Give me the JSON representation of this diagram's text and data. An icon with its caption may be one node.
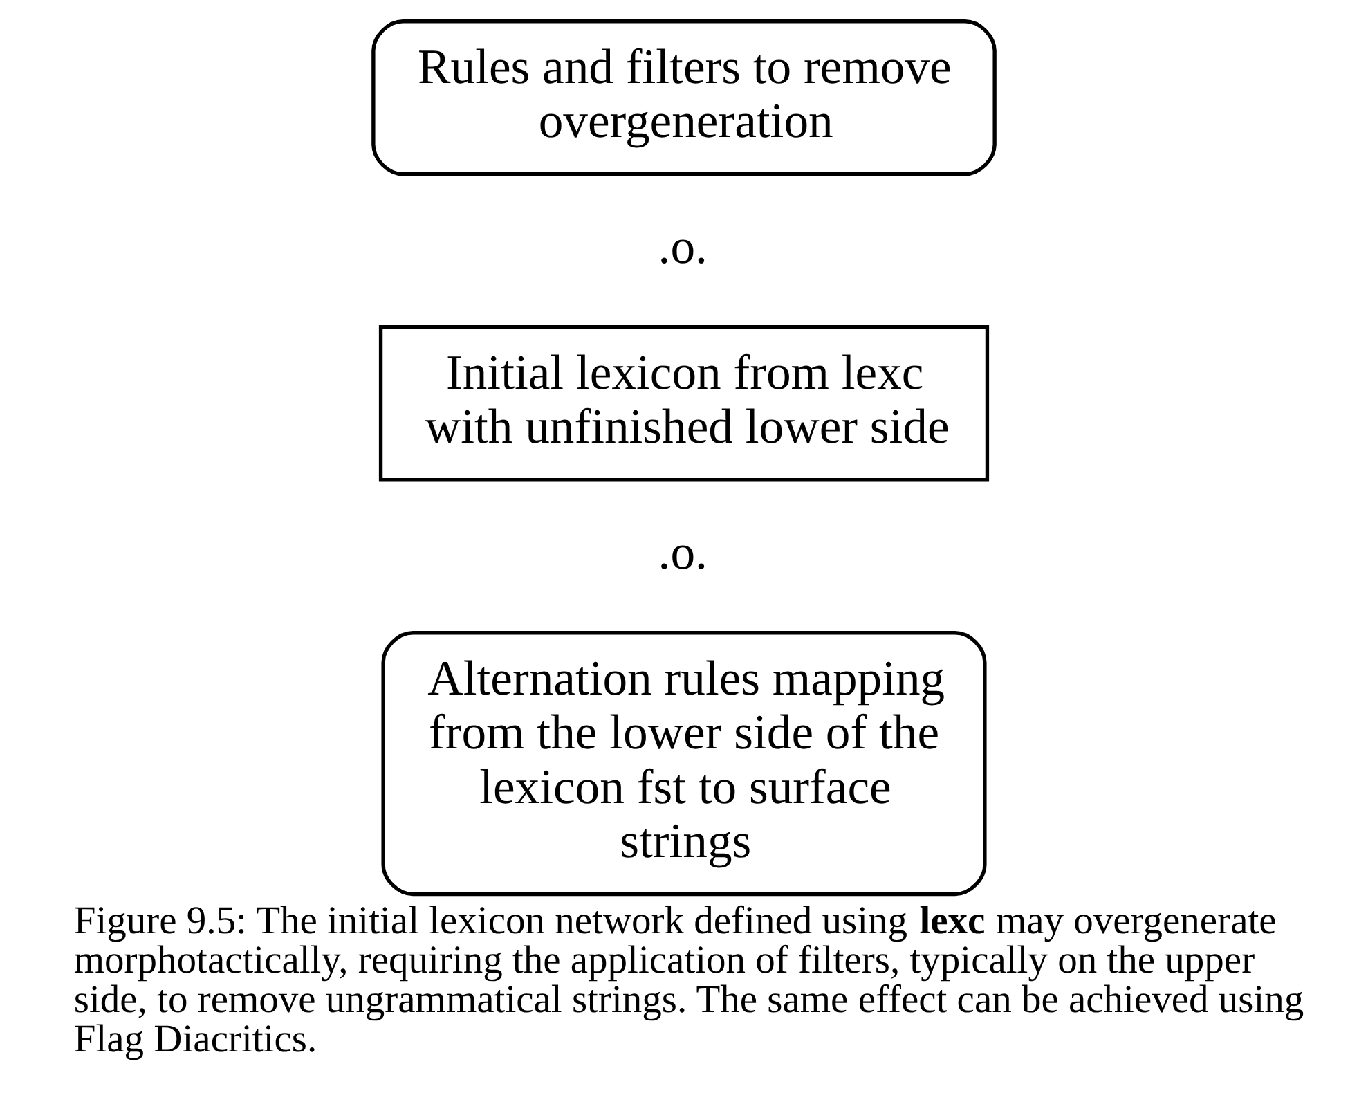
{
  "diagram": {
    "caption": "Figure 9.5: The initial lexicon network defined using **lexc** may overgenerate morphotactically, requiring the application of filters, typically on the upper side, to remove ungrammatical strings. The same effect can be achieved using Flag Diacritics.",
    "nodes": [
      {
        "text": [
          "Rules and filters to remove overgeneration"
        ]
      },
      {
        "text": [
          "Initial lexicon from lexc with unfinished lower side"
        ]
      },
      {
        "text": [
          "Alternation rules mapping from the lower side of the lexicon fst to surface strings"
        ]
      }
    ],
    "labels": [
      ".o.",
      ".o."
    ]
  }
}
